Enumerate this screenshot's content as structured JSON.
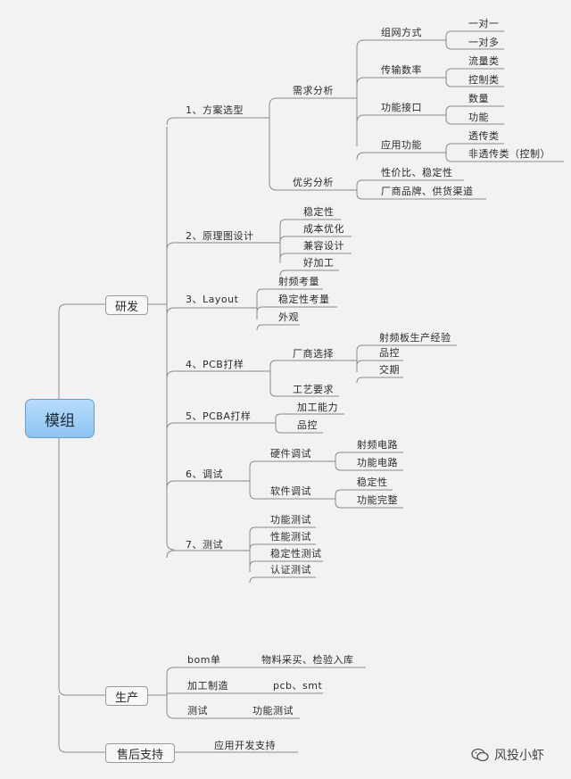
{
  "root": "模组",
  "branch_1": "研发",
  "branch_2": "生产",
  "branch_3": "售后支持",
  "n1": "1、方案选型",
  "n1_1": "需求分析",
  "n1_1_1": "组网方式",
  "n1_1_1a": "一对一",
  "n1_1_1b": "一对多",
  "n1_1_2": "传输数率",
  "n1_1_2a": "流量类",
  "n1_1_2b": "控制类",
  "n1_1_3": "功能接口",
  "n1_1_3a": "数量",
  "n1_1_3b": "功能",
  "n1_1_4": "应用功能",
  "n1_1_4a": "透传类",
  "n1_1_4b": "非透传类（控制）",
  "n1_2": "优劣分析",
  "n1_2a": "性价比、稳定性",
  "n1_2b": "厂商品牌、供货渠道",
  "n2": "2、原理图设计",
  "n2a": "稳定性",
  "n2b": "成本优化",
  "n2c": "兼容设计",
  "n2d": "好加工",
  "n3": "3、Layout",
  "n3a": "射频考量",
  "n3b": "稳定性考量",
  "n3c": "外观",
  "n4": "4、PCB打样",
  "n4_1": "厂商选择",
  "n4_1a": "射频板生产经验",
  "n4_1b": "品控",
  "n4_1c": "交期",
  "n4_2": "工艺要求",
  "n5": "5、PCBA打样",
  "n5a": "加工能力",
  "n5b": "品控",
  "n6": "6、调试",
  "n6_1": "硬件调试",
  "n6_1a": "射频电路",
  "n6_1b": "功能电路",
  "n6_2": "软件调试",
  "n6_2a": "稳定性",
  "n6_2b": "功能完整",
  "n7": "7、测试",
  "n7a": "功能测试",
  "n7b": "性能测试",
  "n7c": "稳定性测试",
  "n7d": "认证测试",
  "p1": "bom单",
  "p1a": "物料采买、检验入库",
  "p2": "加工制造",
  "p2a": "pcb、smt",
  "p3": "测试",
  "p3a": "功能测试",
  "s1": "应用开发支持",
  "watermark": "风投小虾",
  "line_color": "#8a8a8a"
}
